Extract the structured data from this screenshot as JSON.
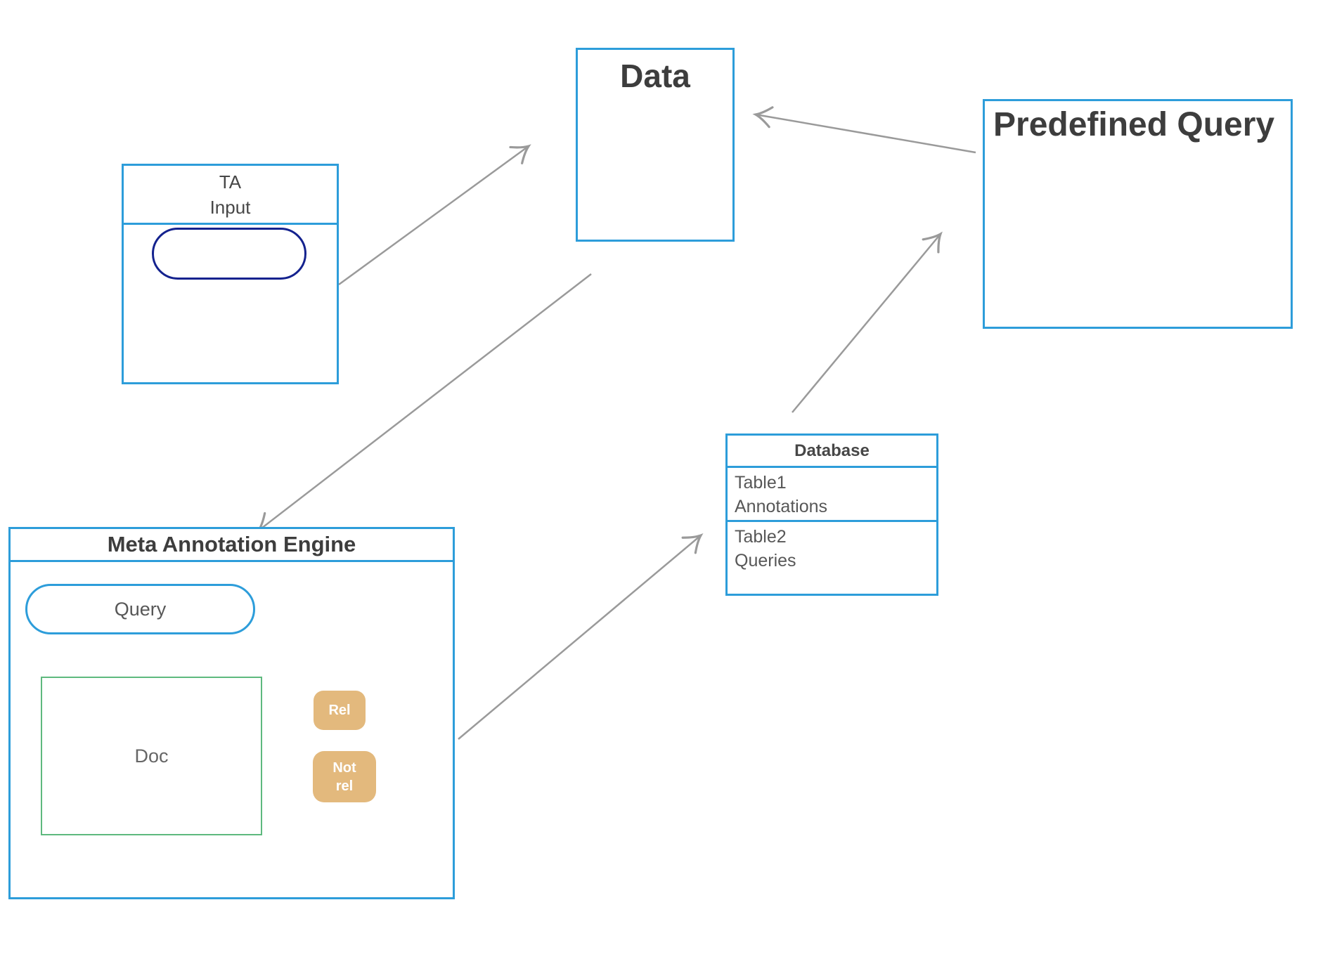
{
  "colors": {
    "box_border_blue": "#2d9dda",
    "pill_border_navy": "#14228e",
    "doc_border_green": "#5eb97e",
    "button_tan": "#e3b97d",
    "arrow_gray": "#9a9a9a",
    "title_dark": "#3d3d3d",
    "text_dark": "#474747",
    "text_gray": "#575757",
    "button_text": "#ffffff"
  },
  "nodes": {
    "ta_input": {
      "title_line1": "TA",
      "title_line2": "Input"
    },
    "data_box": {
      "title": "Data"
    },
    "predefined_query": {
      "title": "Predefined Query"
    },
    "database": {
      "title": "Database",
      "rows": [
        {
          "name": "Table1",
          "content": "Annotations"
        },
        {
          "name": "Table2",
          "content": "Queries"
        }
      ]
    },
    "meta_annotation_engine": {
      "title": "Meta Annotation Engine",
      "query_label": "Query",
      "doc_label": "Doc",
      "rel_button_label": "Rel",
      "not_rel_button_line1": "Not",
      "not_rel_button_line2": "rel"
    }
  }
}
